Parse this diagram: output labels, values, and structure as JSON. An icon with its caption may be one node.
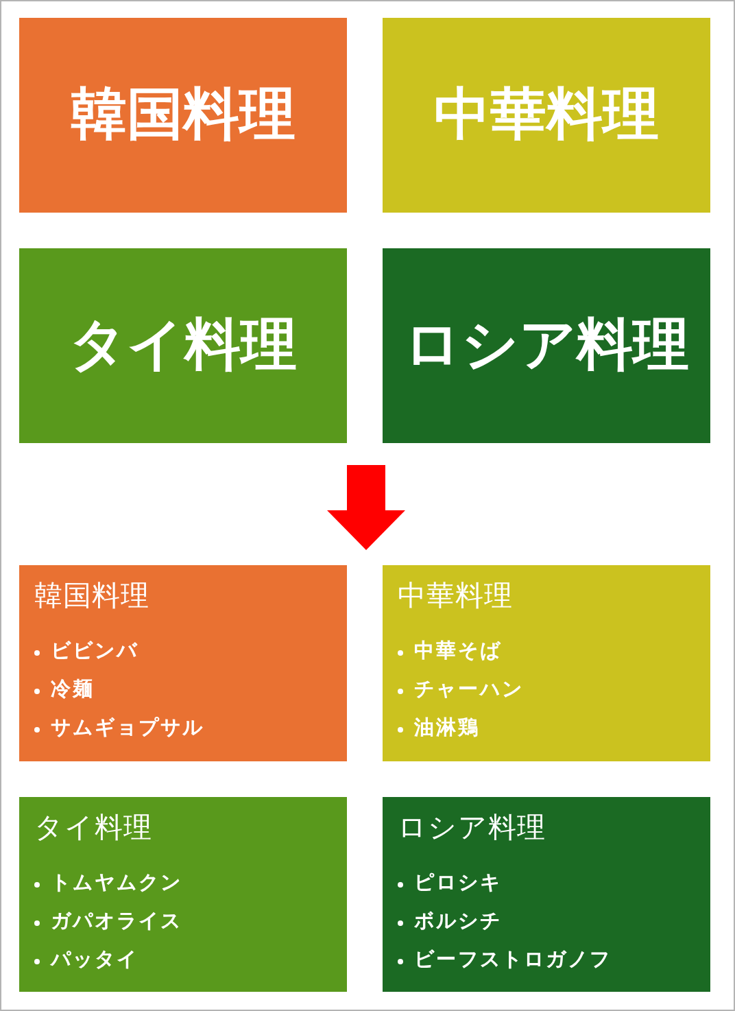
{
  "diagram": {
    "nodes": [
      {
        "text": [],
        "shape": "group"
      },
      {
        "text": [
          "韓国料理"
        ],
        "in": 0
      },
      {
        "text": [
          "中華料理"
        ],
        "in": 0
      },
      {
        "text": [
          "タイ料理"
        ],
        "in": 0
      },
      {
        "text": [
          "ロシア料理"
        ],
        "in": 0
      },
      {
        "text": [],
        "shape": "group"
      },
      {
        "text": [
          "韓国料理",
          "ビビンバ",
          "冷麺",
          "サムギョプサル"
        ],
        "in": 5
      },
      {
        "text": [
          "中華料理",
          "中華そば",
          "チャーハン",
          "油淋鶏"
        ],
        "in": 5
      },
      {
        "text": [
          "タイ料理",
          "トムヤムクン",
          "ガパオライス",
          "パッタイ"
        ],
        "in": 5
      },
      {
        "text": [
          "ロシア料理",
          "ピロシキ",
          "ボルシチ",
          "ビーフストロガノフ"
        ],
        "in": 5
      }
    ],
    "edges": [
      {
        "from": 0,
        "to": 5,
        "arrow": "to"
      }
    ]
  }
}
